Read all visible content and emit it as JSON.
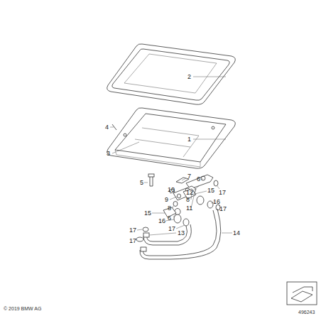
{
  "diagram": {
    "labels": [
      "2",
      "4",
      "3",
      "1",
      "5",
      "7",
      "6",
      "17",
      "12",
      "10",
      "8",
      "9",
      "11",
      "8",
      "6",
      "15",
      "16",
      "17",
      "15",
      "16",
      "17",
      "17",
      "17",
      "13",
      "14",
      "© 2019 BMW AG",
      "496243"
    ]
  }
}
